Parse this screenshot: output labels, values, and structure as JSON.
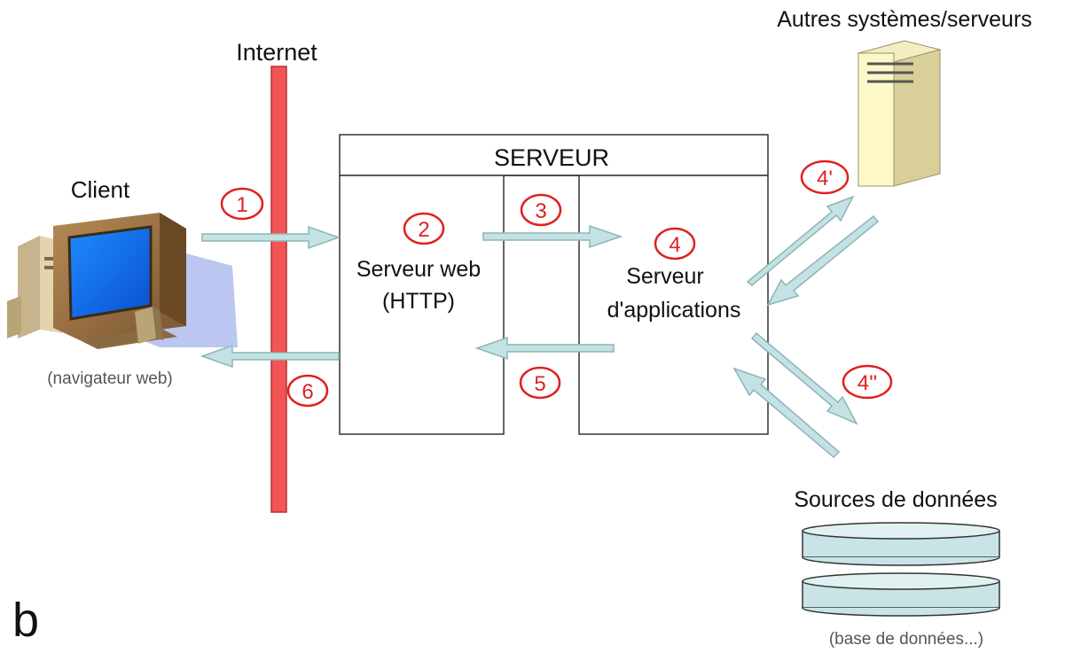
{
  "labels": {
    "internet": "Internet",
    "client": "Client",
    "client_sub": "(navigateur web)",
    "serveur": "SERVEUR",
    "web_server_line1": "Serveur web",
    "web_server_line2": "(HTTP)",
    "app_server_line1": "Serveur",
    "app_server_line2": "d'applications",
    "other_systems": "Autres systèmes/serveurs",
    "data_sources": "Sources de données",
    "data_sources_sub": "(base de données...)",
    "corner_letter": "b"
  },
  "steps": {
    "s1": "1",
    "s2": "2",
    "s3": "3",
    "s4": "4",
    "s4p": "4'",
    "s4pp": "4''",
    "s5": "5",
    "s6": "6"
  },
  "colors": {
    "internet_bar": "#f25555",
    "arrow_fill": "#c4e2e3",
    "arrow_stroke": "#8cb5b8",
    "step_circle": "#e02020",
    "db_fill": "#c9e4e6",
    "server_fill": "#fdf8c8"
  }
}
